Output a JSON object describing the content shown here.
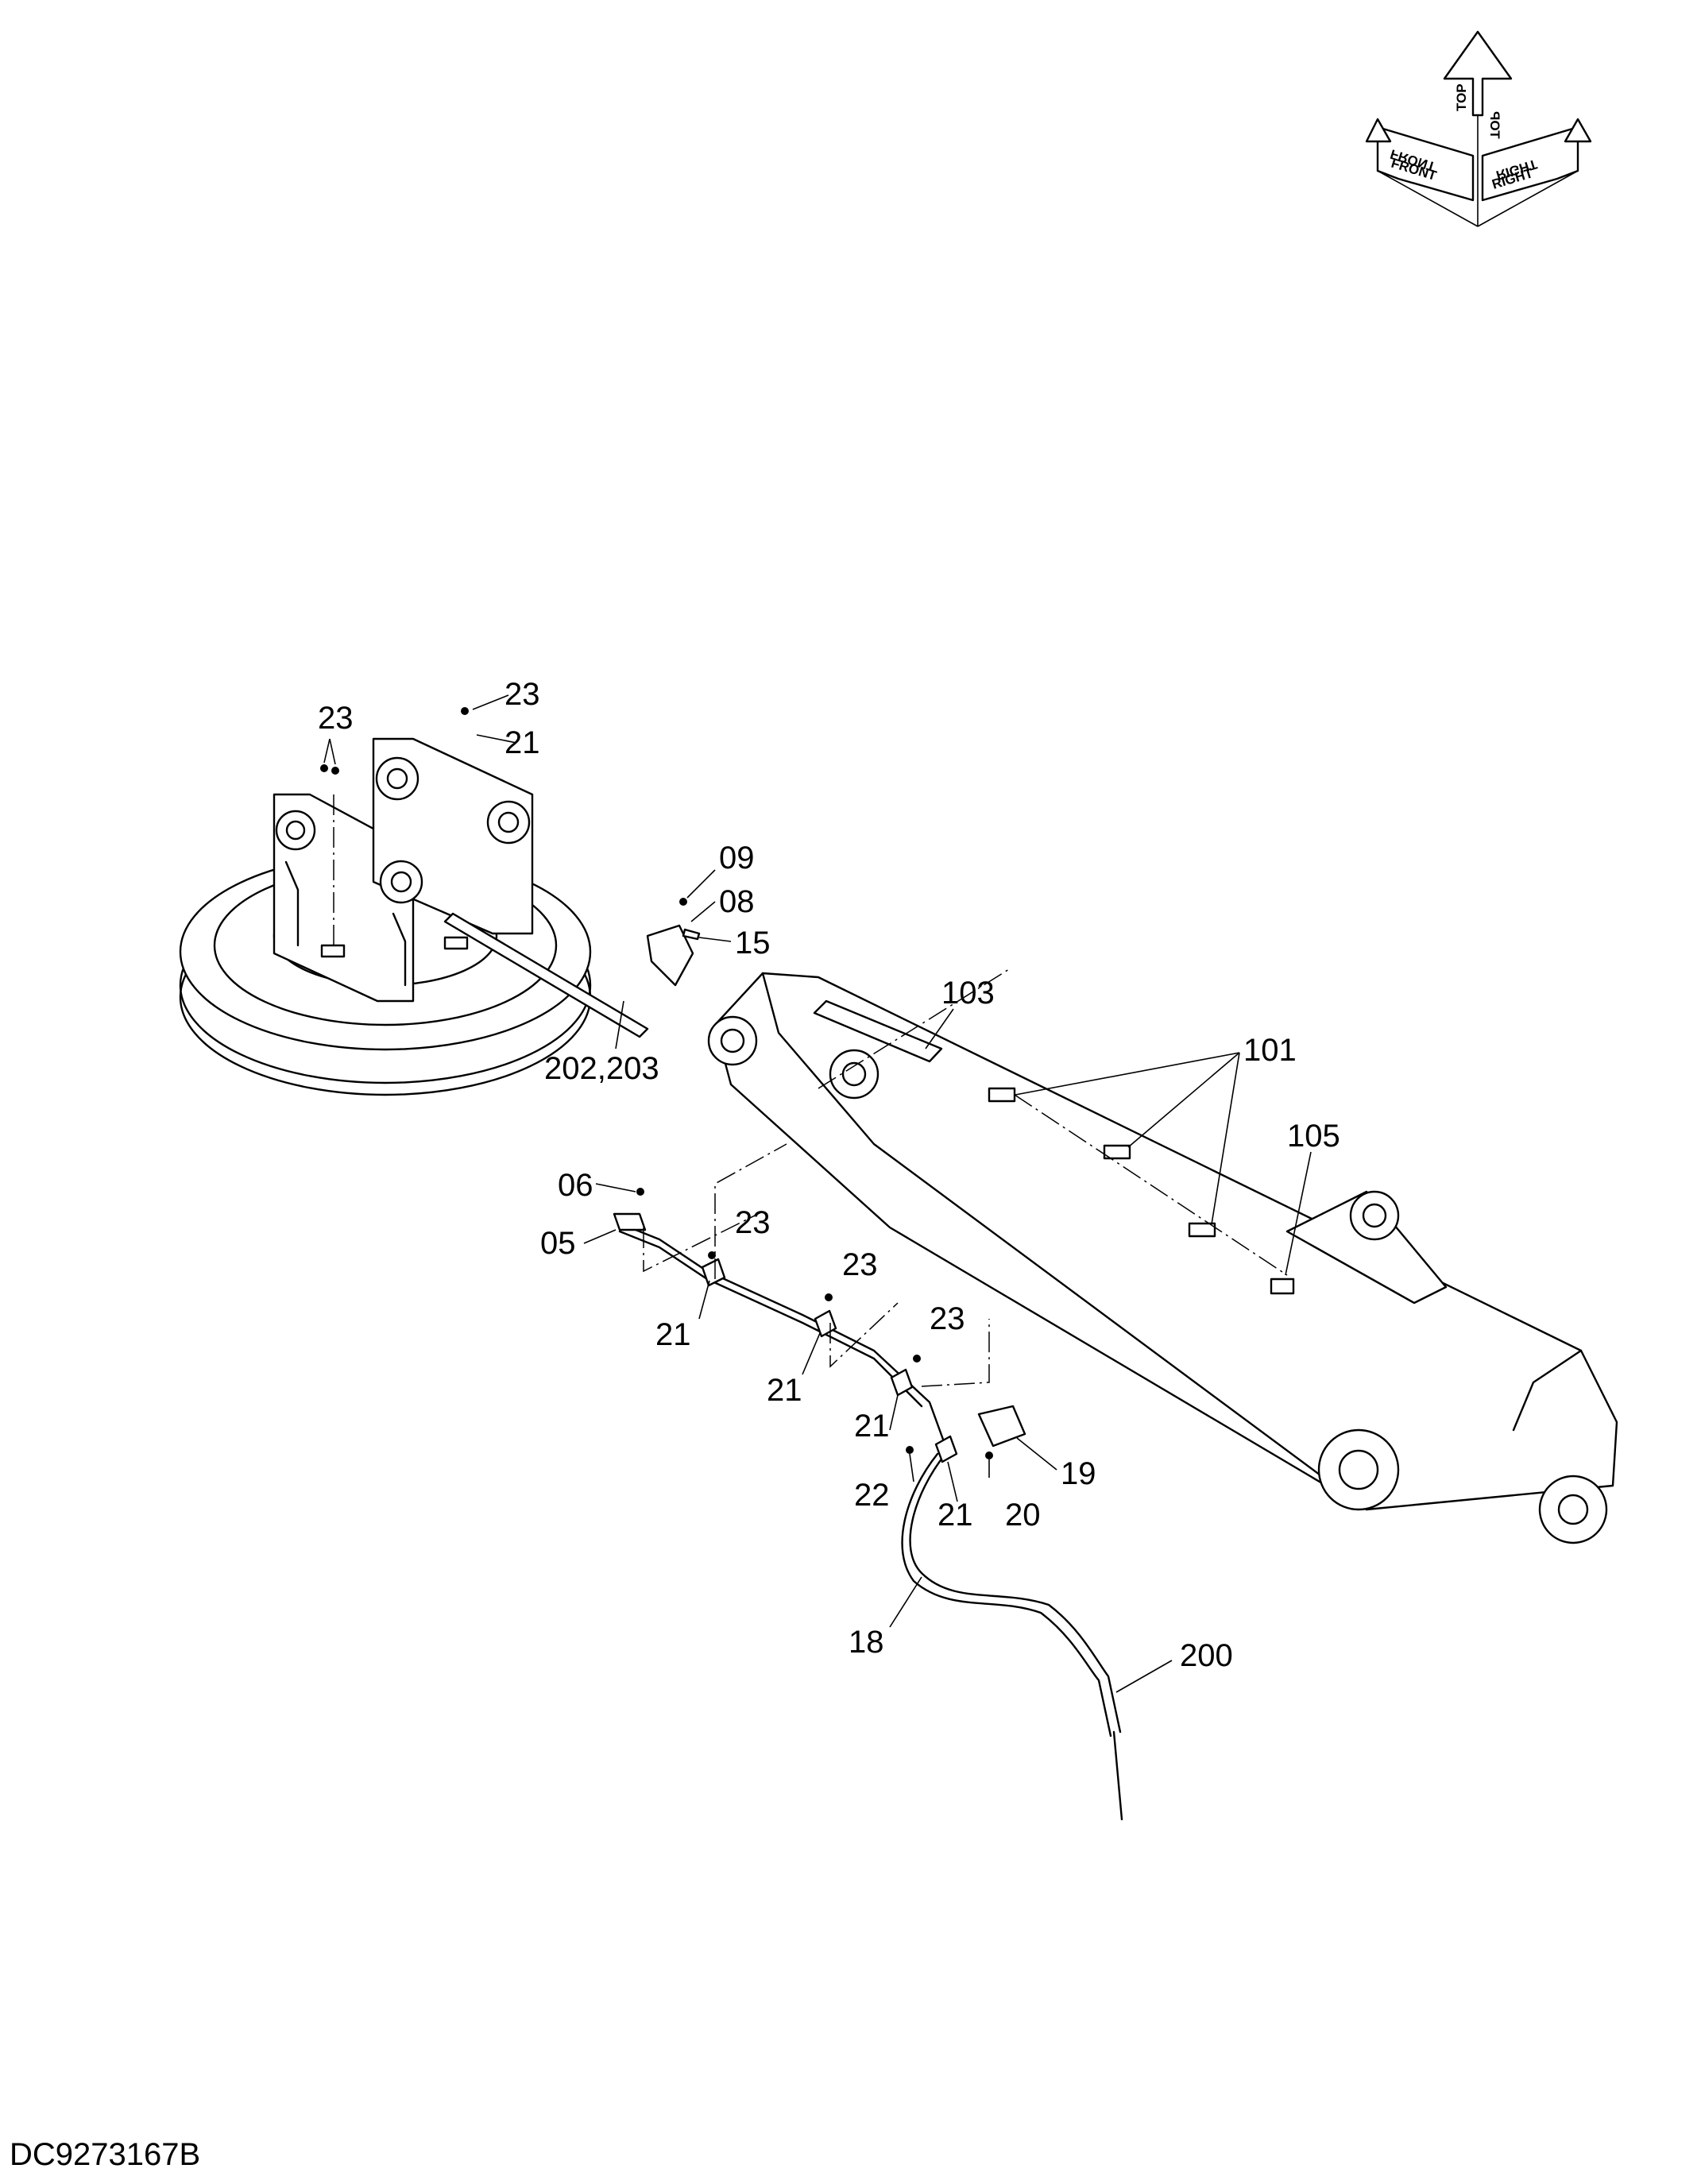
{
  "orientation_badge": {
    "top": "TOP",
    "front": "FRONT",
    "right": "RIGHT",
    "front_mirrored": "FRONT",
    "top_mirrored": "TOP",
    "right_mirrored": "RIGHT"
  },
  "callouts": {
    "c23_turntable_pair": "23",
    "c23_turntable_top": "23",
    "c21_turntable": "21",
    "c09": "09",
    "c08": "08",
    "c15": "15",
    "c103": "103",
    "c101": "101",
    "c105": "105",
    "c202_203": "202,203",
    "c06": "06",
    "c05": "05",
    "c23_a": "23",
    "c21_a": "21",
    "c23_b": "23",
    "c21_b": "21",
    "c23_c": "23",
    "c21_c": "21",
    "c19": "19",
    "c22": "22",
    "c21_d": "21",
    "c20": "20",
    "c18": "18",
    "c200": "200"
  },
  "drawing_code": "DC9273167B"
}
